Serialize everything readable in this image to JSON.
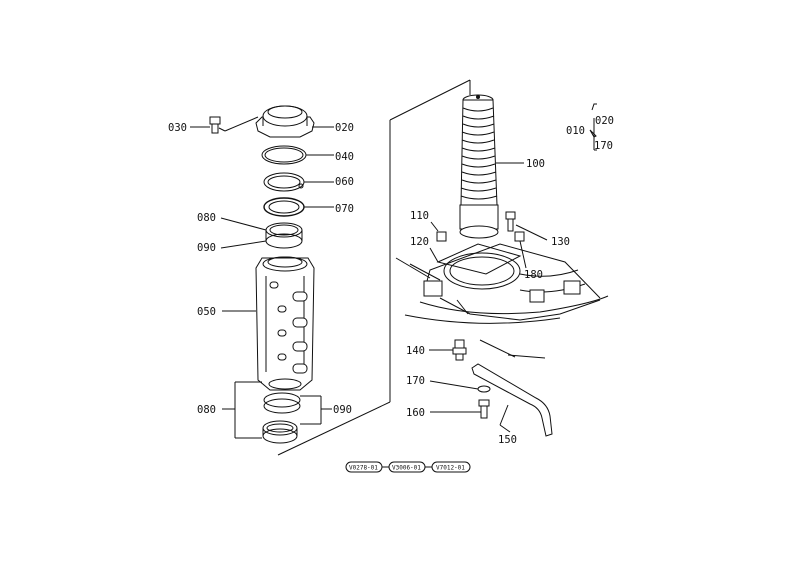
{
  "callouts": {
    "c010": "010",
    "c020a": "020",
    "c170a": "170",
    "c030": "030",
    "c020": "020",
    "c040": "040",
    "c060a": "060",
    "c070": "070",
    "c080a": "080",
    "c090a": "090",
    "c050": "050",
    "c080b": "080",
    "c090b": "090",
    "c100": "100",
    "c110": "110",
    "c120": "120",
    "c130": "130",
    "c180": "180",
    "c140": "140",
    "c170": "170",
    "c160": "160",
    "c150": "150"
  },
  "refs": [
    "V0278-01",
    "V3006-01",
    "V7012-01"
  ]
}
